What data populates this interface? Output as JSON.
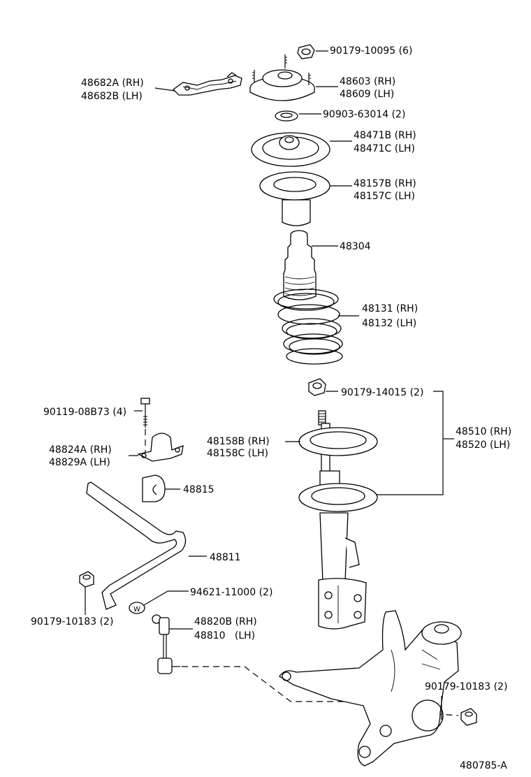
{
  "labels": {
    "nut_top": "90179-10095 (6)",
    "bracket_rh": "48682A (RH)",
    "bracket_lh": "48682B (LH)",
    "support_rh": "48603 (RH)",
    "support_lh": "48609 (LH)",
    "bearing": "90903-63014 (2)",
    "upper_seat_rh": "48471B (RH)",
    "upper_seat_lh": "48471C (LH)",
    "insulator_rh": "48157B (RH)",
    "insulator_lh": "48157C (LH)",
    "bumper": "48304",
    "spring_rh": "48131 (RH)",
    "spring_lh": "48132 (LH)",
    "nut_strut": "90179-14015 (2)",
    "bolt": "90119-08B73 (4)",
    "lower_seat_rh": "48158B (RH)",
    "lower_seat_lh": "48158C (LH)",
    "strut_rh": "48510 (RH)",
    "strut_lh": "48520 (LH)",
    "stab_bracket_rh": "48824A (RH)",
    "stab_bracket_lh": "48829A (LH)",
    "bushing": "48815",
    "stabilizer_bar": "48811",
    "nut_left": "90179-10183 (2)",
    "washer": "94621-11000 (2)",
    "link_rh": "48820B (RH)",
    "link_lh": "48810   (LH)",
    "nut_right": "90179-10183 (2)",
    "diagram_code": "480785-A"
  }
}
